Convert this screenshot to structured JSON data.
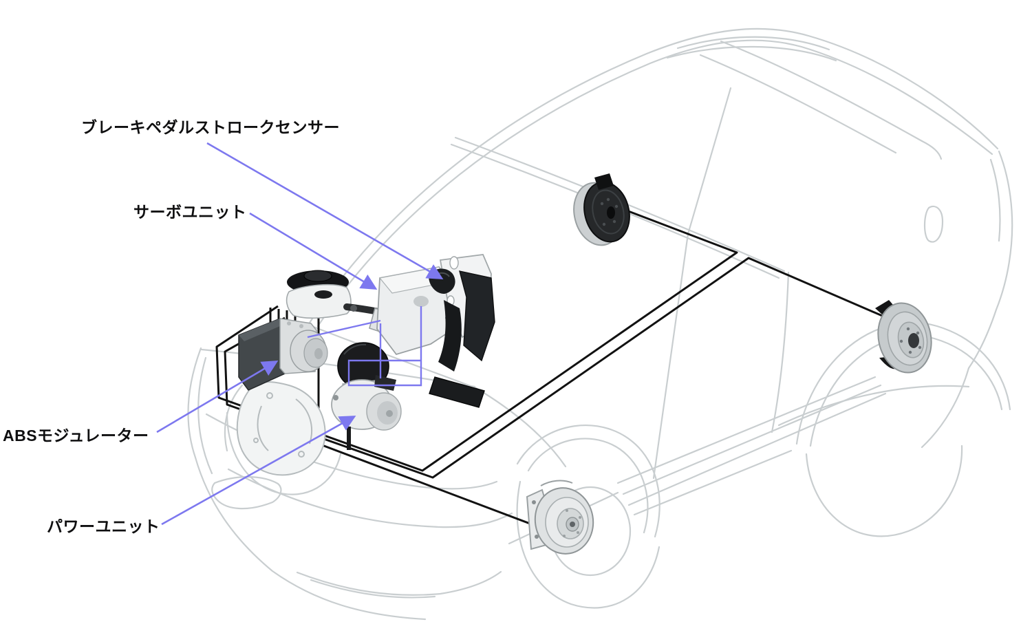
{
  "figure": {
    "kind": "brake-system-component-location-illustration",
    "vehicle_view": "isometric-sedan-wireframe"
  },
  "components": [
    {
      "id": "brake-pedal-stroke-sensor",
      "label": "ブレーキペダルストロークセンサー"
    },
    {
      "id": "servo-unit",
      "label": "サーボユニット"
    },
    {
      "id": "abs-modulator",
      "label": "ABSモジュレーター"
    },
    {
      "id": "power-unit",
      "label": "パワーユニット"
    }
  ],
  "colors": {
    "background": "#ffffff",
    "leader_line": "#7d78ef",
    "car_outline": "#c9ced0",
    "brake_pipe": "#121212",
    "label_text": "#0f0f10",
    "component_dark": "#1b1d1f",
    "component_light": "#eceeee"
  }
}
